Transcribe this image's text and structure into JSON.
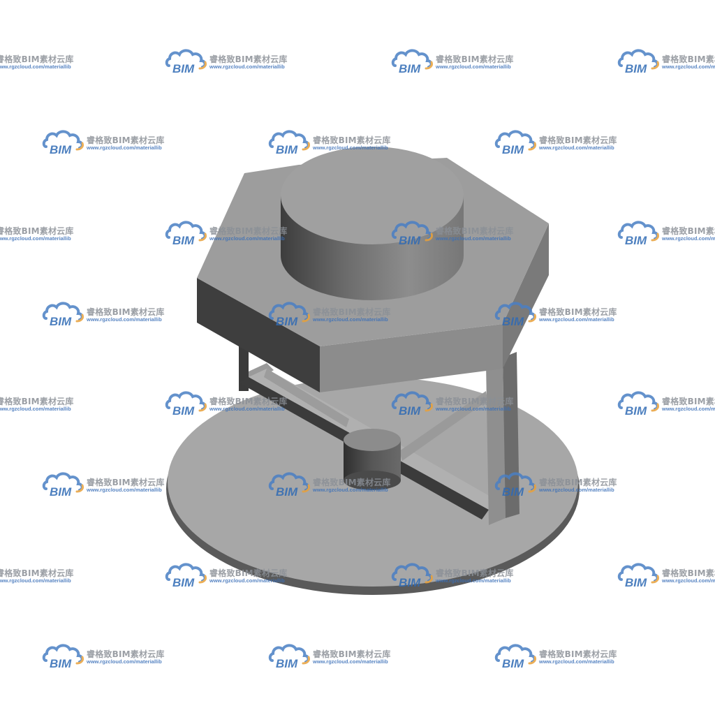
{
  "watermark": {
    "logo_text": "BIM",
    "title": "睿格致BIM素材云库",
    "url": "www.rgzcloud.com/materiallib",
    "colors": {
      "cloud": "#4a7fc4",
      "logo_text": "#2f6ab5",
      "accent": "#e8a13a",
      "title": "#8a8f96",
      "url": "#3a6fb8"
    }
  },
  "model": {
    "icon": "hex-bolt-standoff-model",
    "colors": {
      "base": "#a7a7a7",
      "base_edge": "#5a5a5a",
      "hex_top": "#9d9d9d",
      "hex_side": "#5c5c5c",
      "hex_front": "#8e8e8e",
      "cylinder_top": "#a0a0a0",
      "bracket": "#3a3a3a"
    }
  }
}
